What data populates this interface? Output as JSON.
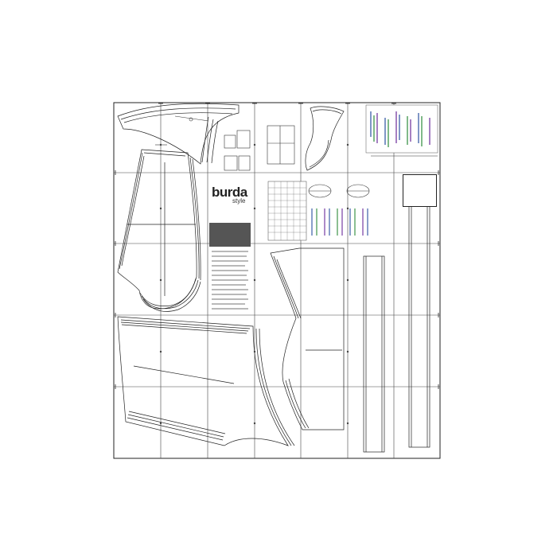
{
  "brand": {
    "name": "burda",
    "sub": "style"
  },
  "palette": {
    "line": "#1a1a1a",
    "grid": "#333333",
    "paper": "#ffffff"
  },
  "sheet": {
    "columns": 7,
    "rows": 5
  }
}
